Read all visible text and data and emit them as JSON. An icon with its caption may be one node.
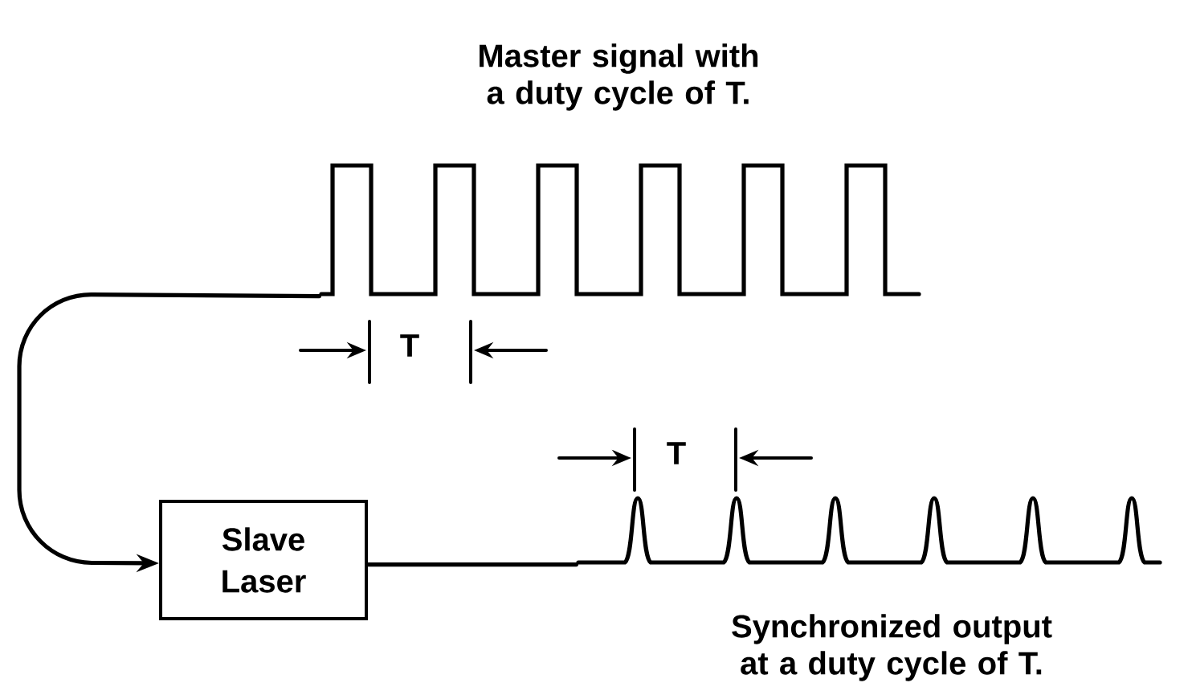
{
  "diagram": {
    "nodes": [
      {
        "text": [],
        "shape": "picture",
        "beside": [
          "Master signal with a duty cycle of T."
        ]
      },
      {
        "text": [
          "Slave Laser"
        ]
      },
      {
        "text": [],
        "shape": "picture",
        "beside": [
          "Synchronized output at a duty cycle of T."
        ]
      }
    ],
    "edges": [
      {
        "from": 0,
        "to": 1,
        "arrow": "to"
      },
      {
        "from": 1,
        "to": 2,
        "arrow": "none"
      }
    ],
    "labels": [
      "T",
      "T"
    ]
  }
}
